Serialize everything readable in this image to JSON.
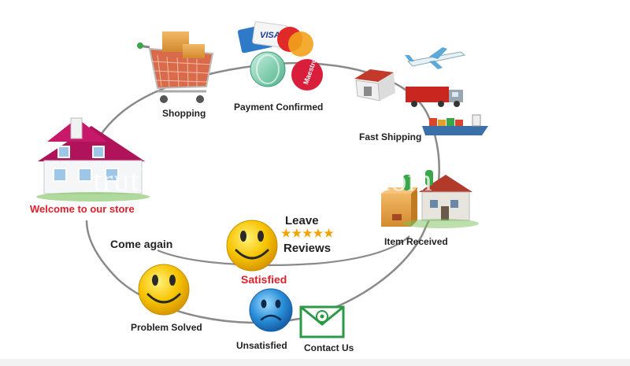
{
  "steps": {
    "shopping": "Shopping",
    "payment": "Payment Confirmed",
    "shipping": "Fast Shipping",
    "received": "Item Received",
    "welcome": "Welcome to our store",
    "come_again": "Come again",
    "leave": "Leave",
    "reviews": "Reviews",
    "satisfied": "Satisfied",
    "problem_solved": "Problem Solved",
    "unsatisfied": "Unsatisfied",
    "contact_us": "Contact Us"
  },
  "watermark": "truthkobo.en.alibaba.com",
  "card_labels": {
    "visa": "VISA",
    "maestro": "Maestro"
  },
  "stars": "★★★★★",
  "colors": {
    "accent_red": "#e0202a",
    "ring_gray": "#8a8a8a",
    "smiley_yellow": "#f7c400",
    "sad_blue": "#2a8ed8",
    "mail_green": "#2c9a44",
    "roof_magenta": "#b0135a"
  }
}
